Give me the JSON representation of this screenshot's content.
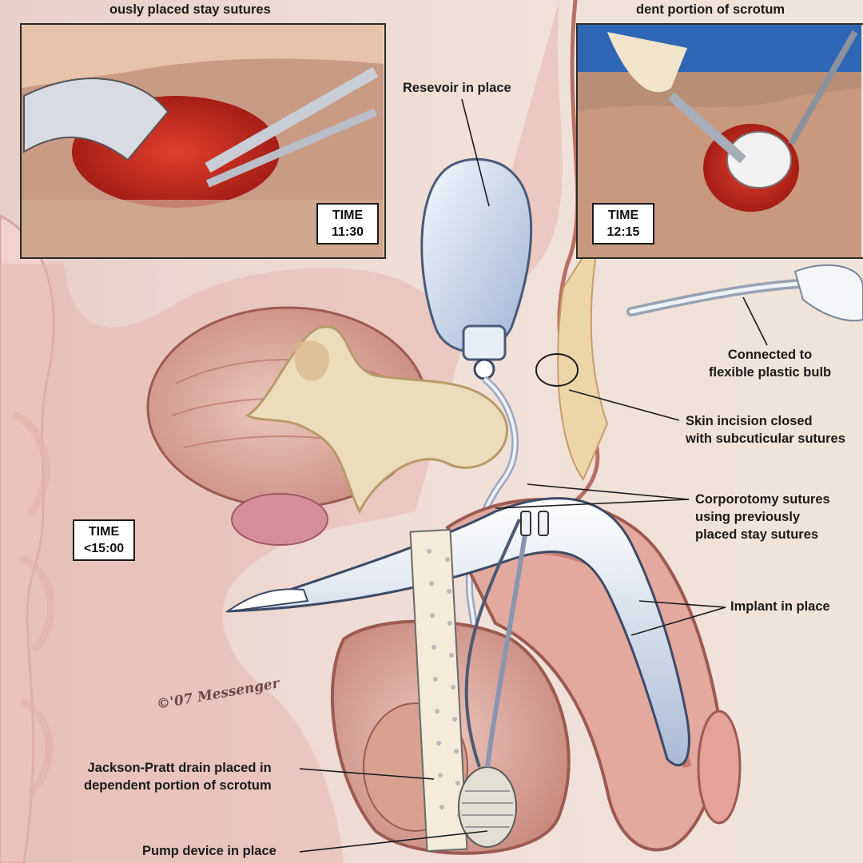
{
  "top_captions": {
    "left": "ously placed stay sutures",
    "right": "dent portion of scrotum"
  },
  "photos": [
    {
      "time_label": "TIME",
      "time_value": "11:30"
    },
    {
      "time_label": "TIME",
      "time_value": "12:15"
    }
  ],
  "main_time": {
    "label": "TIME",
    "value": "<15:00"
  },
  "labels": {
    "reservoir": "Resevoir in place",
    "bulb": [
      "Connected to",
      "flexible plastic bulb"
    ],
    "skin": [
      "Skin incision closed",
      "with subcuticular sutures"
    ],
    "corporotomy": [
      "Corporotomy sutures",
      "using previously",
      "placed stay sutures"
    ],
    "implant": "Implant in place",
    "drain": [
      "Jackson-Pratt drain placed in",
      "dependent portion of scrotum"
    ],
    "pump": "Pump device in place"
  },
  "signature": "©'07 Messenger",
  "colors": {
    "background": "#f3e6df",
    "tissue": "#d9a89d",
    "tissue_dark": "#b86f64",
    "bone": "#e9d9b8",
    "implant": "#dfe6f2",
    "photo_wound": "#c8231c"
  }
}
